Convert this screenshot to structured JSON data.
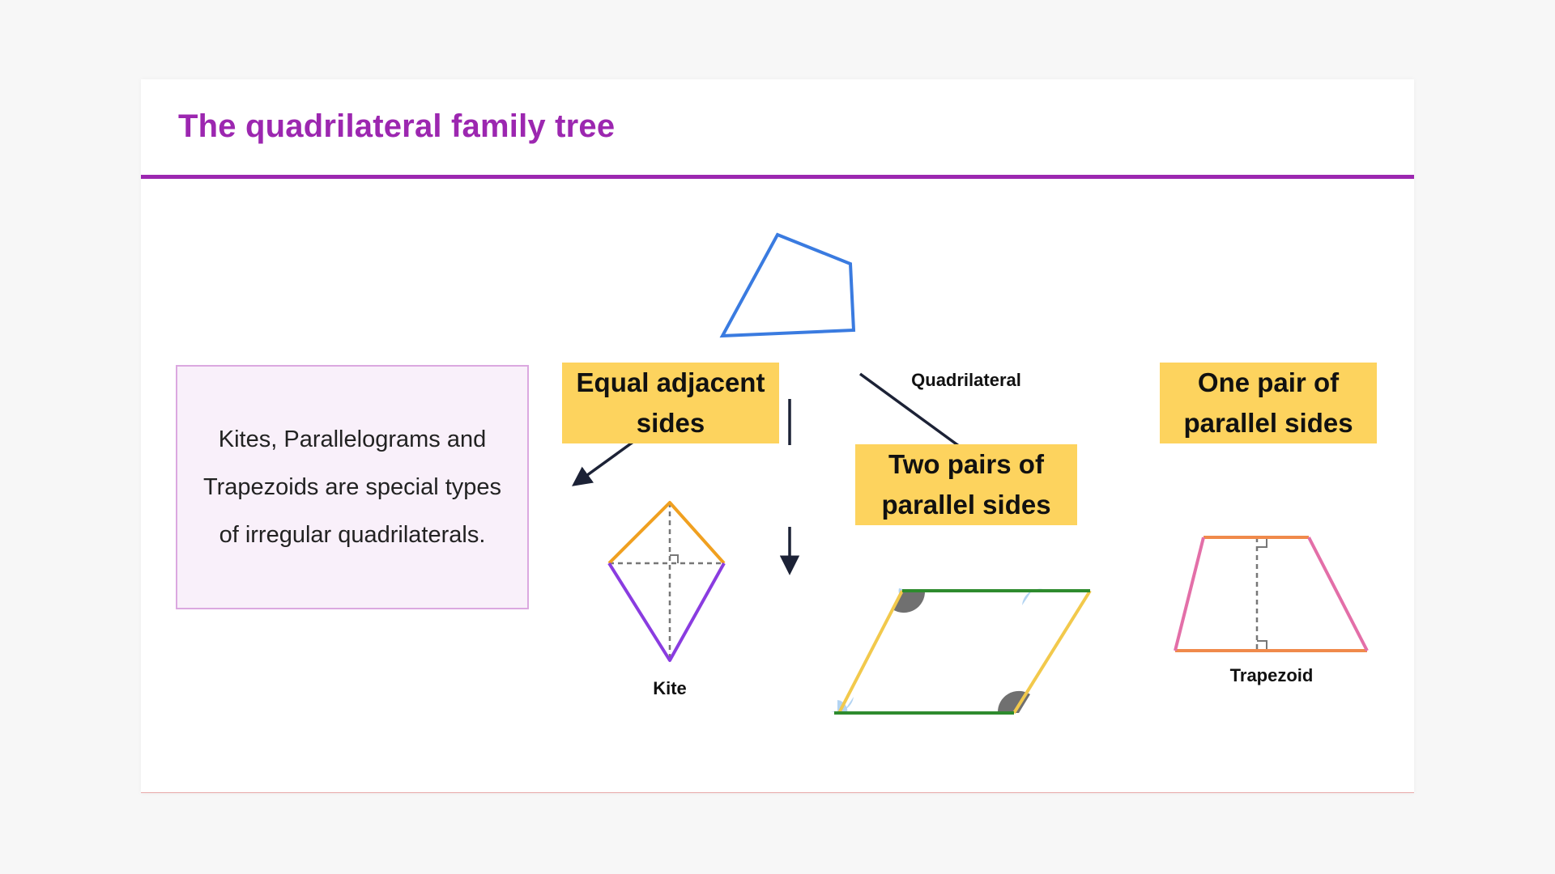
{
  "slide": {
    "title": "The quadrilateral family tree"
  },
  "info_box": {
    "text": "Kites, Parallelograms and Trapezoids are special types of irregular quadrilaterals."
  },
  "diagram": {
    "root_label": "Quadrilateral",
    "branches": {
      "kite": {
        "condition": "Equal adjacent sides",
        "shape_label": "Kite"
      },
      "parallelogram": {
        "condition": "Two pairs of parallel sides",
        "shape_label": ""
      },
      "trapezoid": {
        "condition": "One pair of parallel sides",
        "shape_label": "Trapezoid"
      }
    }
  },
  "colors": {
    "title": "#9c27b0",
    "quadrilateral": "#3a7be0",
    "tag_fill": "#fdd35e",
    "kite_top": "#f0a020",
    "kite_bottom": "#8a3ce0",
    "parallelogram_horizontal": "#2e8b2e",
    "parallelogram_slanted": "#f2c94c",
    "trapezoid_parallel": "#f08a4b",
    "trapezoid_legs": "#e36fa8",
    "arrow": "#1c2236"
  }
}
